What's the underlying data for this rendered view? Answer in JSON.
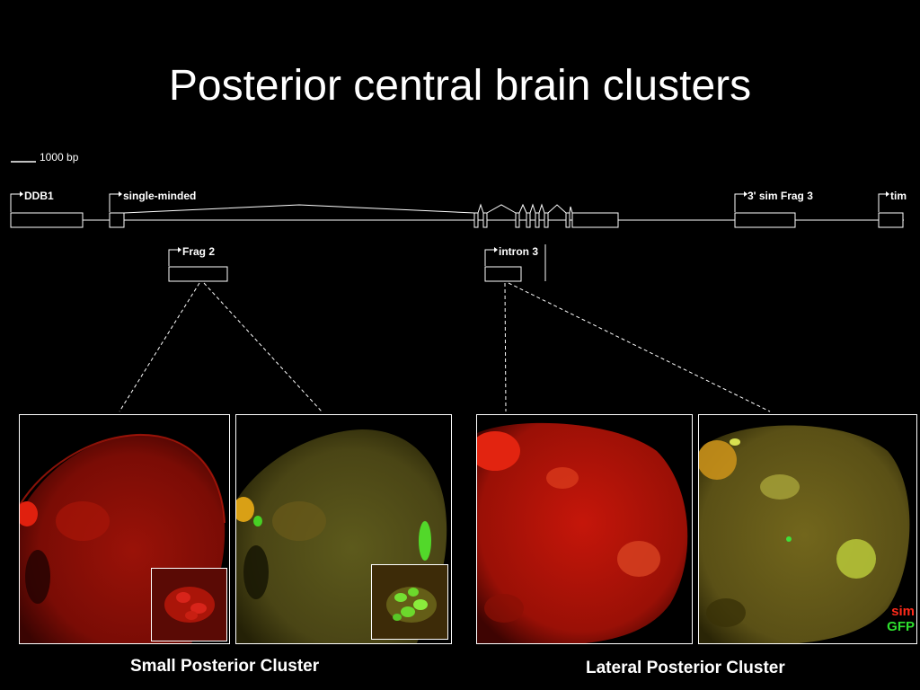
{
  "slide": {
    "title": "Posterior central brain clusters"
  },
  "gene_map": {
    "scale_label": "1000 bp",
    "labels": {
      "ddb1": "DDB1",
      "single_minded": "single-minded",
      "sim_frag3": "3' sim Frag 3",
      "tim": "tim",
      "frag2": "Frag 2",
      "intron3": "intron 3"
    }
  },
  "captions": {
    "left": "Small Posterior Cluster",
    "right": "Lateral Posterior Cluster"
  },
  "legend": {
    "sim": "sim",
    "gfp": "GFP"
  },
  "colors": {
    "sim_red": "#ff2a1a",
    "gfp_green": "#2ee02e"
  }
}
